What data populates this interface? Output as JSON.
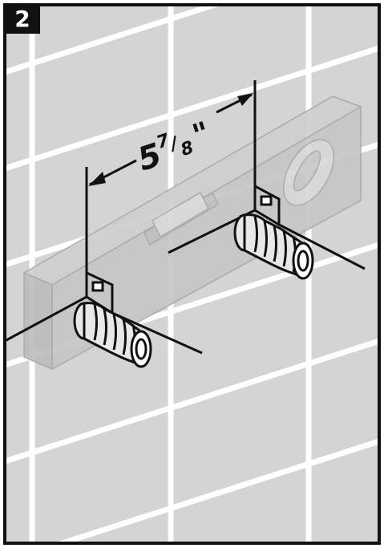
{
  "step": {
    "number": "2"
  },
  "measurement": {
    "whole": "5",
    "numerator": "7",
    "denominator": "8",
    "unit": "\""
  },
  "colors": {
    "tile": "#d4d4d4",
    "grout": "#ffffff",
    "level_fill": "#c9c9c9",
    "ink": "#111111",
    "frame": "#111111"
  }
}
